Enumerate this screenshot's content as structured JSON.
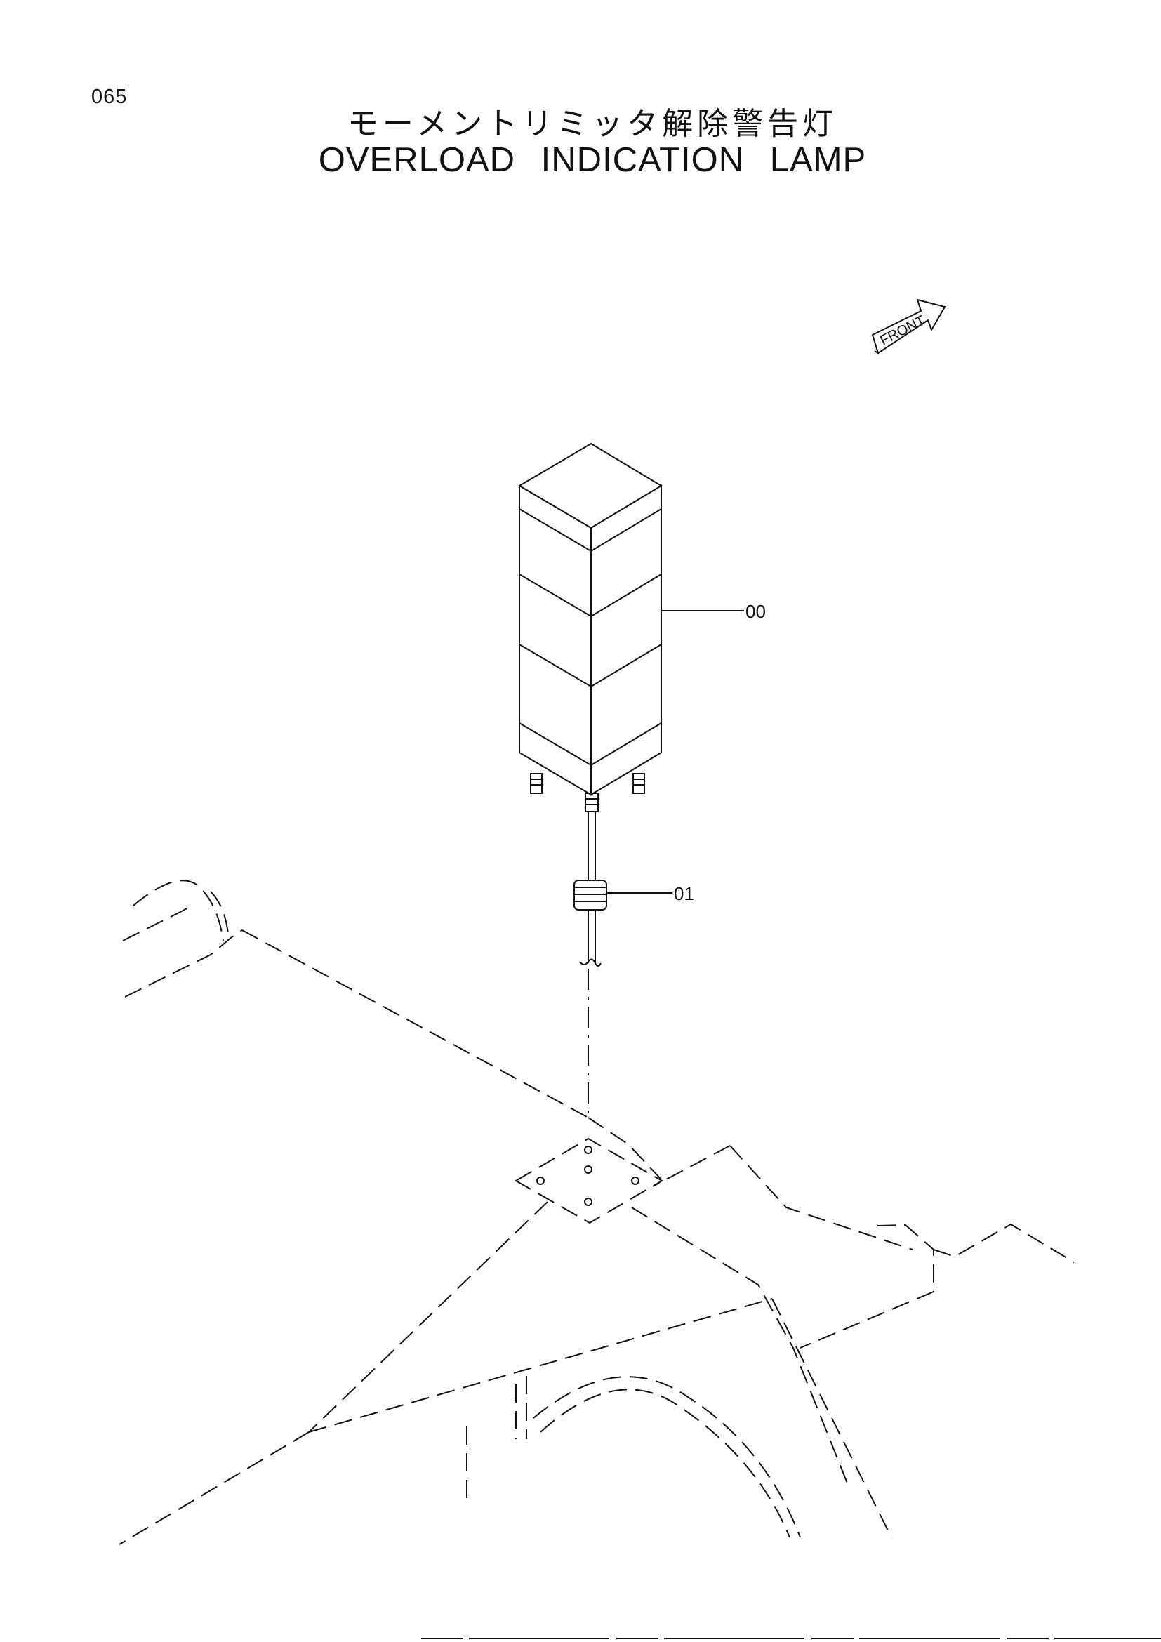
{
  "page": {
    "number": "065",
    "title_jp": "モーメントリミッタ解除警告灯",
    "title_en": "OVERLOAD   INDICATION   LAMP"
  },
  "orientation": {
    "front_label": "FRONT"
  },
  "parts": [
    {
      "ref": "00"
    },
    {
      "ref": "01"
    }
  ]
}
